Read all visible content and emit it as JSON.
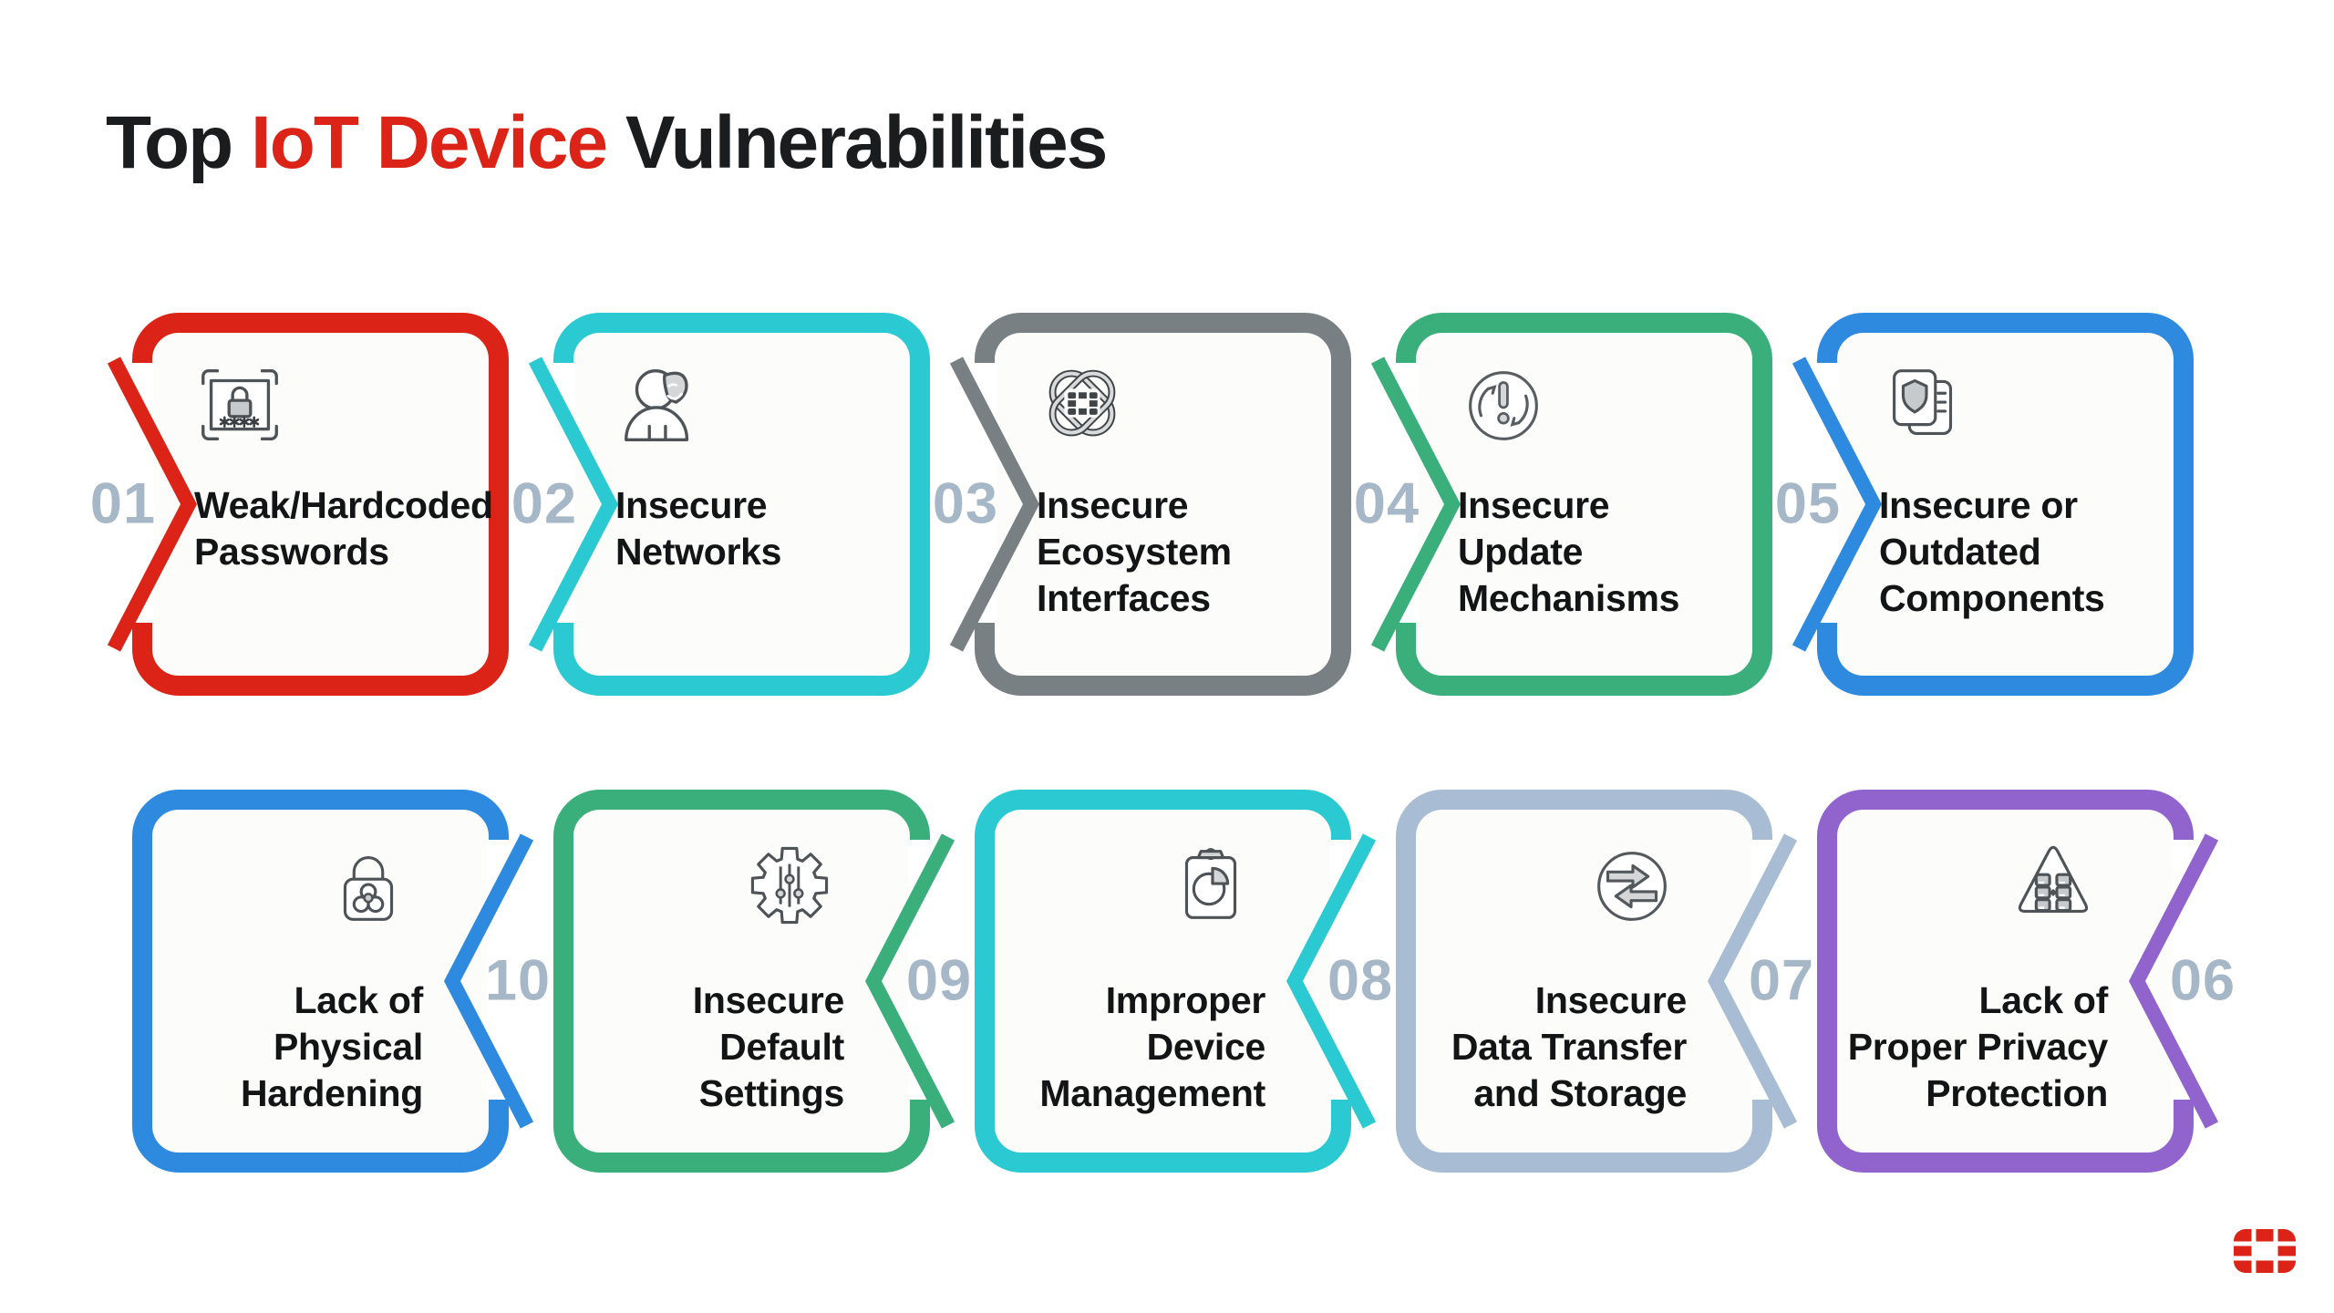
{
  "title": {
    "prefix": "Top ",
    "highlight": "IoT Device",
    "suffix": " Vulnerabilities"
  },
  "colors": {
    "title_highlight": "#DB2417",
    "number": "#A6B7C8",
    "logo": "#DB2417",
    "card_fill": "#FCFCFA",
    "label_text": "#131416"
  },
  "items": [
    {
      "number": "01",
      "label": "Weak/Hardcoded\nPasswords",
      "color": "#DB2417",
      "icon": "password-lock"
    },
    {
      "number": "02",
      "label": "Insecure\nNetworks",
      "color": "#2BC9D2",
      "icon": "hacker-mask"
    },
    {
      "number": "03",
      "label": "Insecure\nEcosystem\nInterfaces",
      "color": "#798084",
      "icon": "ecosystem-knot"
    },
    {
      "number": "04",
      "label": "Insecure\nUpdate\nMechanisms",
      "color": "#3AAF7B",
      "icon": "update-alert"
    },
    {
      "number": "05",
      "label": "Insecure or\nOutdated\nComponents",
      "color": "#2E8ADF",
      "icon": "shield-documents"
    },
    {
      "number": "06",
      "label": "Lack of\nProper Privacy\nProtection",
      "color": "#9163CD",
      "icon": "privacy-warning"
    },
    {
      "number": "07",
      "label": "Insecure\nData Transfer\nand Storage",
      "color": "#A8BCD4",
      "icon": "data-transfer-arrows"
    },
    {
      "number": "08",
      "label": "Improper\nDevice\nManagement",
      "color": "#2BC9D2",
      "icon": "device-clipboard"
    },
    {
      "number": "09",
      "label": "Insecure\nDefault\nSettings",
      "color": "#3AAF7B",
      "icon": "gear-sliders"
    },
    {
      "number": "10",
      "label": "Lack of\nPhysical\nHardening",
      "color": "#2E8ADF",
      "icon": "biohazard-lock"
    }
  ],
  "footer": {
    "logo": "fortinet-logo"
  }
}
